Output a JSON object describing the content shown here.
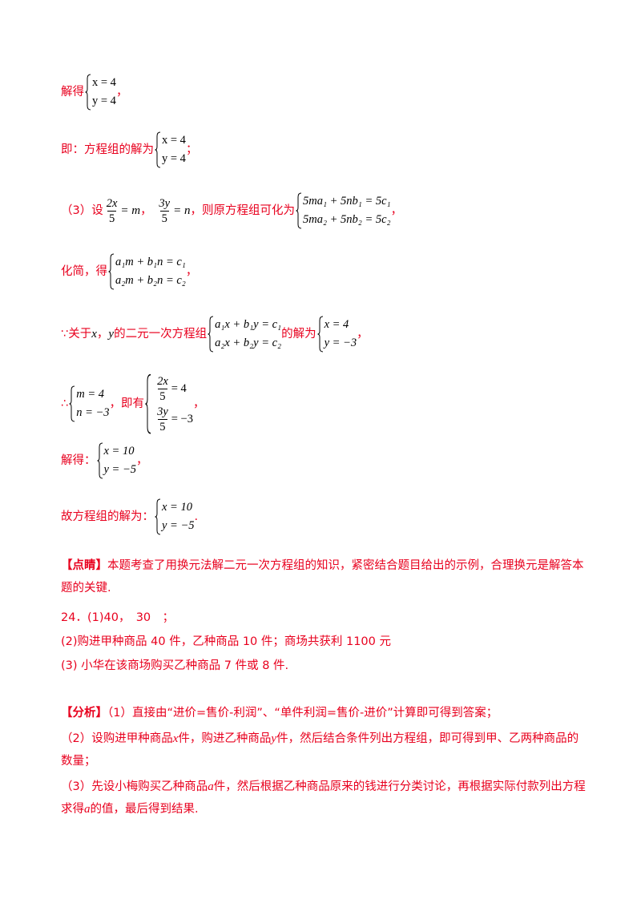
{
  "lines": {
    "jiede1": "解得",
    "jiede1_tail": "，",
    "ji_prefix": "即：方程组的解为",
    "ji_tail": "；",
    "s3_prefix": "（3）设",
    "s3_mid1": "，",
    "s3_mid2": "，则原方程组可化为",
    "s3_tail": "，",
    "huajian_prefix": "化简，得",
    "huajian_tail": "，",
    "because_prefix": "∵关于",
    "because_x": "x",
    "because_comma": "，",
    "because_y": "y",
    "because_mid": "的二元一次方程组",
    "because_mid2": "的解为",
    "because_tail": "，",
    "therefore_prefix": "∴",
    "therefore_mid": "，即有",
    "therefore_tail": "，",
    "jiede2": "解得：",
    "jiede2_tail": "，",
    "gu_prefix": "故方程组的解为：",
    "gu_tail": "."
  },
  "systems": {
    "s1": [
      "x = 4",
      "y = 4"
    ],
    "s2": [
      "x = 4",
      "y = 4"
    ],
    "s3": [
      "5ma₁ + 5nb₁ = 5c₁",
      "5ma₂ + 5nb₂ = 5c₂"
    ],
    "s4": [
      "a₁m + b₁n = c₁",
      "a₂m + b₂n = c₂"
    ],
    "s5": [
      "a₁x + b₁y = c₁",
      "a₂x + b₂y = c₂"
    ],
    "s6": [
      "x = 4",
      "y = −3"
    ],
    "s7": [
      "m = 4",
      "n = −3"
    ],
    "s8_row1_tail": "= 4",
    "s8_row2_tail": "= −3",
    "s9": [
      "x = 10",
      "y = −5"
    ],
    "s10": [
      "x = 10",
      "y = −5"
    ]
  },
  "fractions": {
    "f1_num": "2x",
    "f1_den": "5",
    "f1_rhs": "= m",
    "f2_num": "3y",
    "f2_den": "5",
    "f2_rhs": "= n",
    "f3_num": "2x",
    "f3_den": "5",
    "f4_num": "3y",
    "f4_den": "5"
  },
  "dianjing": {
    "label": "【点睛】",
    "text": "本题考查了用换元法解二元一次方程组的知识，紧密结合题目给出的示例，合理换元是解答本题的关键."
  },
  "q24": {
    "line1": "24．(1)40，　30　；",
    "line2": "(2)购进甲种商品 40 件，乙种商品 10 件；商场共获利 1100 元",
    "line3": "(3) 小华在该商场购买乙种商品 7 件或 8 件."
  },
  "fenxi": {
    "label": "【分析】",
    "p1": "（1）直接由“进价=售价-利润”、“单件利润=售价-进价”计算即可得到答案；",
    "p2a": "（2）设购进甲种商品",
    "p2x": "x",
    "p2b": "件，购进乙种商品",
    "p2y": "y",
    "p2c": "件，然后结合条件列出方程组，即可得到甲、乙两种商品的数量；",
    "p3a": "（3）先设小梅购买乙种商品",
    "p3v": "a",
    "p3b": "件，然后根据乙种商品原来的钱进行分类讨论，再根据实际付款列出方程求得",
    "p3v2": "a",
    "p3c": "的值，最后得到结果."
  }
}
